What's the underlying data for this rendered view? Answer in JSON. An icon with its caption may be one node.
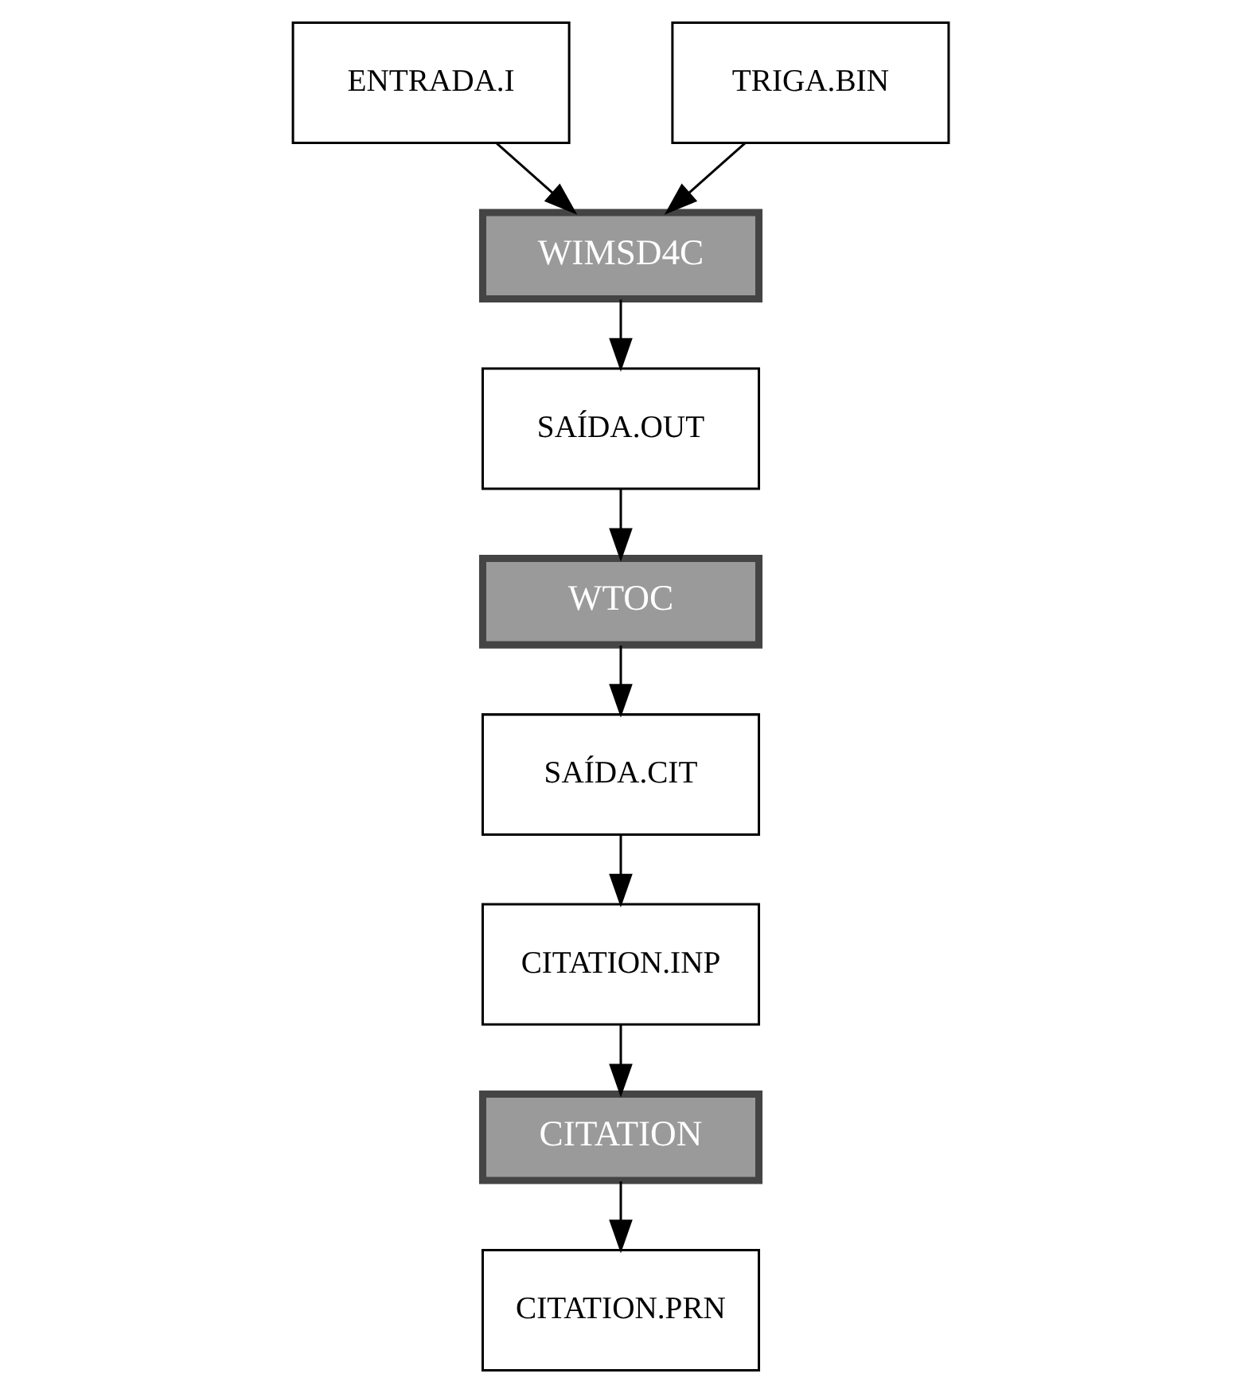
{
  "diagram": {
    "nodes": [
      {
        "text": [
          "ENTRADA.I"
        ]
      },
      {
        "text": [
          "TRIGA.BIN"
        ]
      },
      {
        "text": [
          "WIMSD4C"
        ]
      },
      {
        "text": [
          "SAÍDA.OUT"
        ]
      },
      {
        "text": [
          "WTOC"
        ]
      },
      {
        "text": [
          "SAÍDA.CIT"
        ]
      },
      {
        "text": [
          "CITATION.INP"
        ]
      },
      {
        "text": [
          "CITATION"
        ]
      },
      {
        "text": [
          "CITATION.PRN"
        ]
      }
    ],
    "edges": [
      {
        "from": 0,
        "to": 2,
        "arrow": "to"
      },
      {
        "from": 1,
        "to": 2,
        "arrow": "to"
      },
      {
        "from": 2,
        "to": 3,
        "arrow": "to"
      },
      {
        "from": 3,
        "to": 4,
        "arrow": "to"
      },
      {
        "from": 4,
        "to": 5,
        "arrow": "to"
      },
      {
        "from": 5,
        "to": 6,
        "arrow": "to"
      },
      {
        "from": 6,
        "to": 7,
        "arrow": "to"
      },
      {
        "from": 7,
        "to": 8,
        "arrow": "to"
      }
    ]
  }
}
